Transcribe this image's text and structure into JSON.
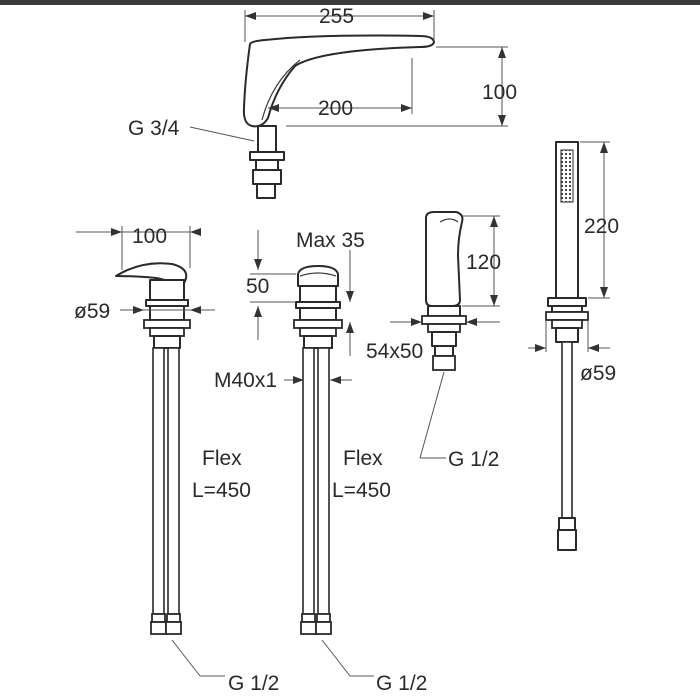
{
  "spout": {
    "dim_length": "255",
    "dim_height": "100",
    "dim_reach": "200",
    "thread": "G 3/4"
  },
  "mixer_left": {
    "dim_width": "100",
    "dim_diameter": "ø59",
    "hose_label_1": "Flex",
    "hose_label_2": "L=450",
    "connection": "G 1/2"
  },
  "diverter": {
    "dim_max": "Max 35",
    "dim_height": "50",
    "thread": "M40x1",
    "hose_label_1": "Flex",
    "hose_label_2": "L=450",
    "connection": "G 1/2"
  },
  "holder": {
    "dim_height": "120",
    "dim_base": "54x50",
    "connection": "G 1/2"
  },
  "hand_shower": {
    "dim_height": "220",
    "dim_diameter": "ø59"
  },
  "colors": {
    "line": "#2a2a2a",
    "top_bar": "#3c3c3c",
    "background": "#ffffff"
  }
}
